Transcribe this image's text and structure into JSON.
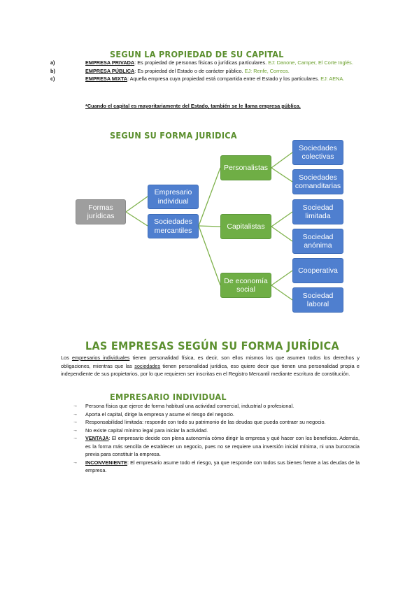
{
  "section1": {
    "heading": "SEGUN LA PROPIEDAD DE SU CAPITAL",
    "items": [
      {
        "letter": "a)",
        "term": "EMPRESA PRIVADA",
        "text": ": Es propiedad de personas físicas o jurídicas particulares. ",
        "example": "EJ: Danone, Camper, El Corte Inglés."
      },
      {
        "letter": "b)",
        "term": "EMPRESA PÚBLICA",
        "text": ": Es propiedad del Estado o de carácter público. ",
        "example": "EJ: Renfe, Correos."
      },
      {
        "letter": "c)",
        "term": "EMPRESA MIXTA",
        "text": ": Aquella empresa cuya propiedad está compartida entre el Estado y los particulares. ",
        "example": "EJ: AENA."
      }
    ],
    "note": "*Cuando el capital es mayoritariamente del Estado, también se le llama empresa pública."
  },
  "section2": {
    "heading": "SEGUN SU FORMA JURIDICA",
    "diagram": {
      "root": "Formas jurídicas",
      "level1": [
        "Empresario individual",
        "Sociedades mercantiles"
      ],
      "level2": [
        "Personalistas",
        "Capitalistas",
        "De economía social"
      ],
      "level3": [
        "Sociedades colectivas",
        "Sociedades comanditarias",
        "Sociedad limitada",
        "Sociedad anónima",
        "Cooperativa",
        "Sociedad laboral"
      ],
      "colors": {
        "blue": "#4f7fcf",
        "green": "#6fae45",
        "gray": "#9e9e9e",
        "line": "#7fb24c"
      }
    }
  },
  "section3": {
    "heading": "LAS EMPRESAS SEGÚN SU FORMA JURÍDICA",
    "para_a": "Los ",
    "para_term1": "empresarios individuales",
    "para_b": " tienen personalidad física, es decir, son ellos mismos los que asumen todos los derechos y obligaciones, mientras que las ",
    "para_term2": "sociedades",
    "para_c": " tienen personalidad jurídica, eso quiere decir que tienen una personalidad propia e independiente de sus propietarios, por lo que requieren ser inscritas en el Registro Mercantil mediante escritura de constitución."
  },
  "section4": {
    "heading": "EMPRESARIO INDIVIDUAL",
    "bullets": [
      "Persona física que ejerce de forma habitual una actividad comercial, industrial o profesional.",
      "Aporta el capital, dirige la empresa y asume el riesgo del negocio.",
      "Responsabilidad limitada: responde con todo su patrimonio de las deudas que pueda contraer su negocio.",
      "No existe capital mínimo legal para iniciar la actividad."
    ],
    "ventaja_label": "VENTAJA",
    "ventaja_text": ": El empresario decide con plena autonomía cómo dirigir la empresa y qué hacer con los beneficios. Además, es la forma más sencilla de establecer un negocio, pues no se requiere una inversión inicial mínima, ni una burocracia previa para constituir la empresa.",
    "inconv_label": "INCONVENIENTE",
    "inconv_text": ": El empresario asume todo el riesgo, ya que responde con todos sus bienes frente a las deudas de la empresa."
  }
}
